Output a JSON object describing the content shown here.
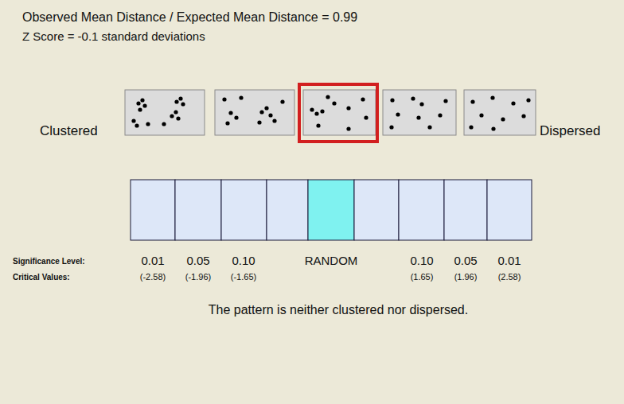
{
  "diagram": {
    "labels": [
      "Observed Mean Distance / Expected Mean Distance = 0.99",
      "Z Score = -0.1 standard deviations",
      "Clustered",
      "Dispersed",
      "Significance Level:",
      "0.01",
      "0.05",
      "0.10",
      "RANDOM",
      "0.10",
      "0.05",
      "0.01",
      "Critical Values:",
      "(-2.58)",
      "(-1.96)",
      "(-1.65)",
      "(1.65)",
      "(1.96)",
      "(2.58)",
      "The pattern is neither clustered nor dispersed."
    ]
  }
}
